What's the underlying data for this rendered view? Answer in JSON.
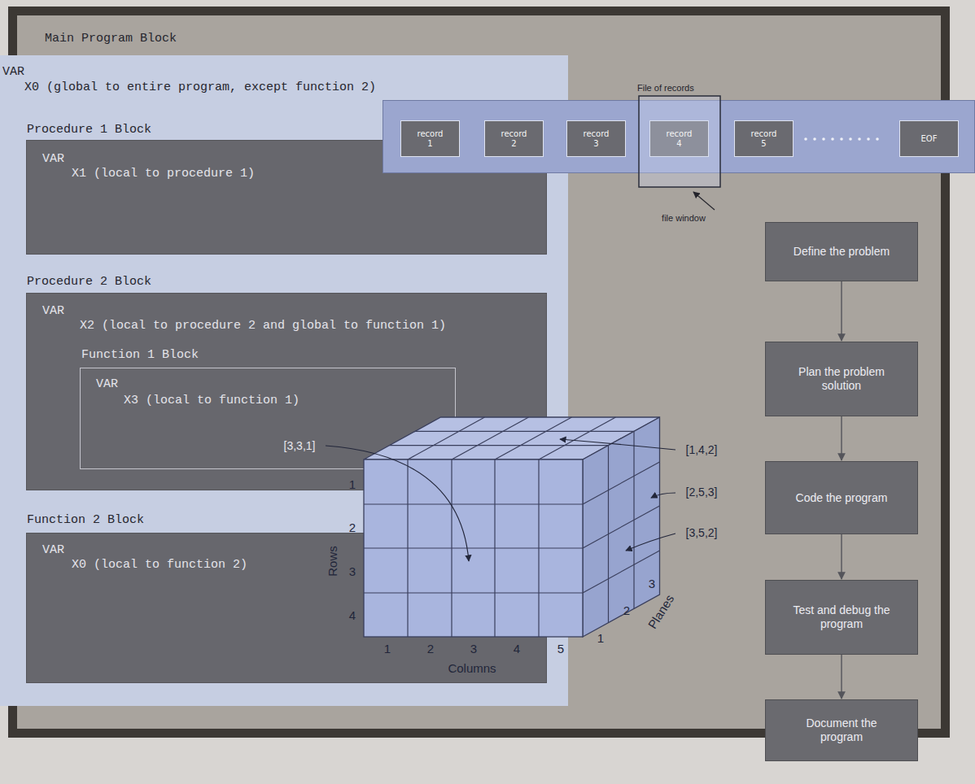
{
  "diagram": {
    "nodes": [
      {
        "text": [
          "Main Program Block"
        ]
      },
      {
        "text": [
          "VAR",
          "X0 (global to entire program, except function 2)"
        ],
        "in": 0
      },
      {
        "text": [
          "Procedure 1 Block",
          "VAR",
          "X1 (local to procedure 1)"
        ],
        "in": 1
      },
      {
        "text": [
          "Procedure 2 Block",
          "VAR",
          "X2 (local to procedure 2 and global to function 1)"
        ],
        "in": 1
      },
      {
        "text": [
          "Function 1 Block",
          "VAR",
          "X3 (local to function 1)"
        ],
        "in": 3
      },
      {
        "text": [
          "Function 2 Block",
          "VAR",
          "X0 (local to function 2)"
        ],
        "in": 1
      },
      {
        "text": [
          "File of records"
        ]
      },
      {
        "text": [
          "record 1"
        ],
        "in": 6
      },
      {
        "text": [
          "record 2"
        ],
        "in": 6
      },
      {
        "text": [
          "record 3"
        ],
        "in": 6
      },
      {
        "text": [
          "record 4"
        ],
        "in": 6
      },
      {
        "text": [
          "record 5"
        ],
        "in": 6
      },
      {
        "text": [
          "EOF"
        ],
        "in": 6
      },
      {
        "text": [
          "Define the problem"
        ],
        "in": 0
      },
      {
        "text": [
          "Plan the problem solution"
        ],
        "in": 0
      },
      {
        "text": [
          "Code the program"
        ],
        "in": 0
      },
      {
        "text": [
          "Test and debug the program"
        ],
        "in": 0
      },
      {
        "text": [
          "Document the program"
        ],
        "in": 0
      }
    ],
    "edges": [
      {
        "from": 13,
        "to": 14,
        "arrow": "to"
      },
      {
        "from": 14,
        "to": 15,
        "arrow": "to"
      },
      {
        "from": 15,
        "to": 16,
        "arrow": "to"
      },
      {
        "from": 16,
        "to": 17,
        "arrow": "to"
      }
    ],
    "labels": [
      "file window",
      "[1,4,2]",
      "[3,3,1]",
      "[2,5,3]",
      "[3,5,2]",
      "1",
      "2",
      "3",
      "4",
      "Rows",
      "1",
      "2",
      "3",
      "Planes",
      "1",
      "2",
      "3",
      "4",
      "5",
      "Columns"
    ]
  }
}
